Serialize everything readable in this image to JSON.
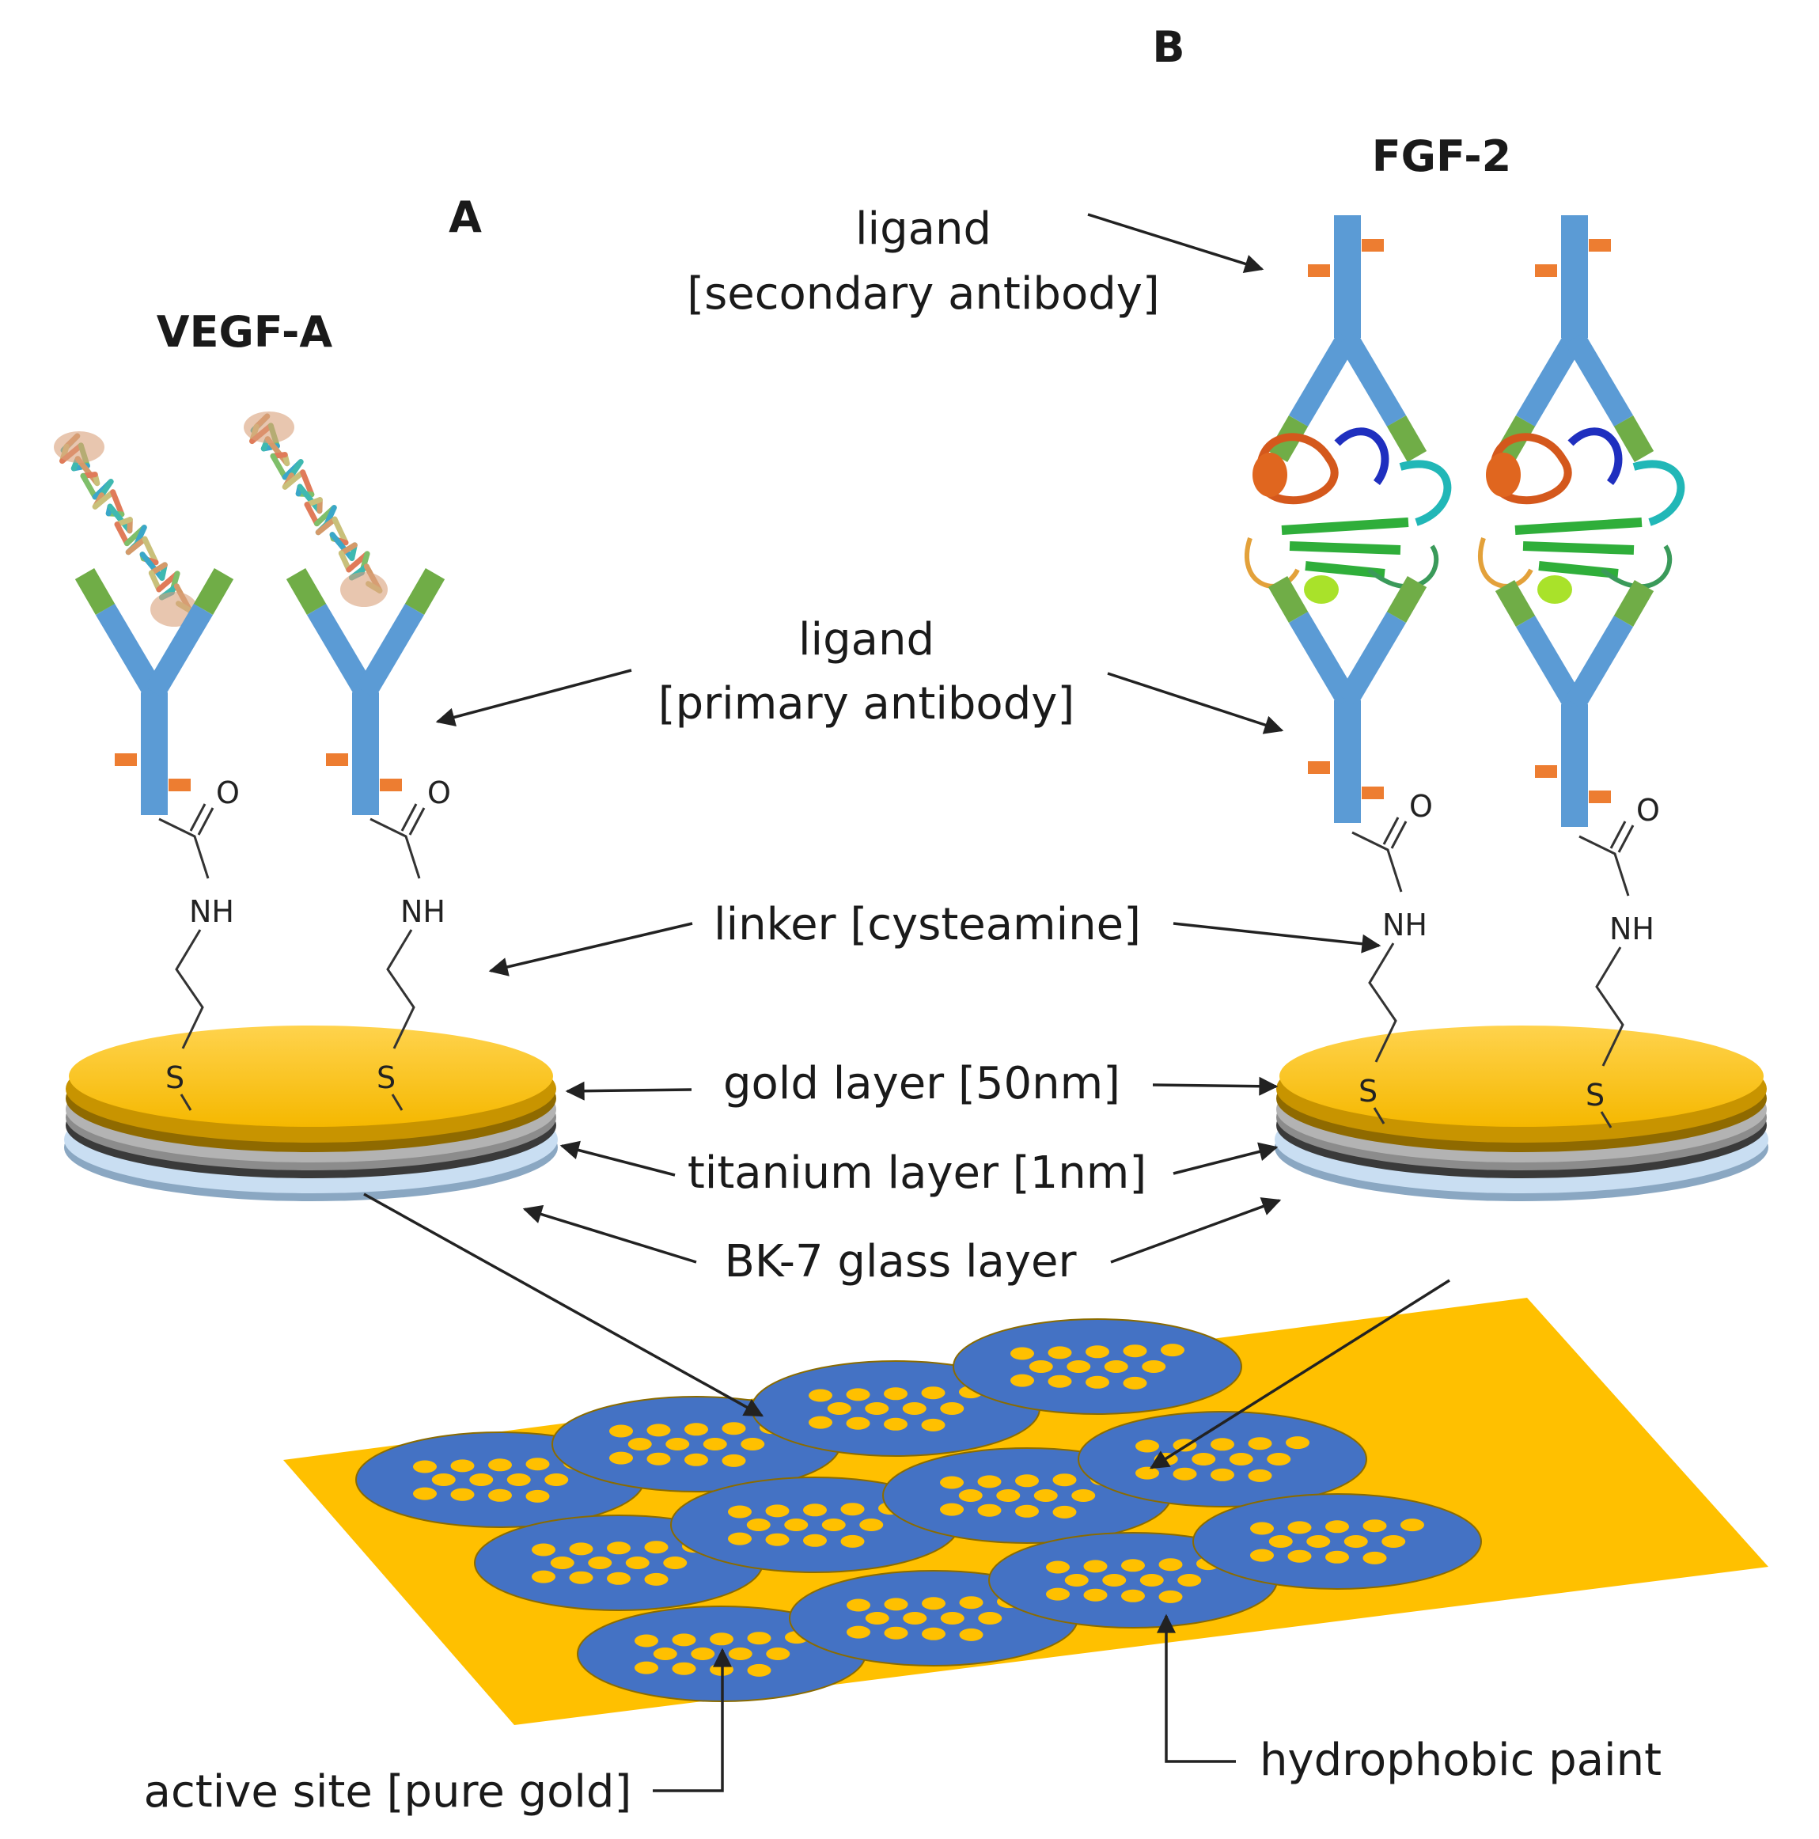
{
  "panels": {
    "a": {
      "letter": "A",
      "protein": "VEGF-A"
    },
    "b": {
      "letter": "B",
      "protein": "FGF-2"
    }
  },
  "labels": {
    "ligand_secondary": [
      "ligand",
      "[secondary antibody]"
    ],
    "ligand_primary": [
      "ligand",
      "[primary antibody]"
    ],
    "linker": "linker [cysteamine]",
    "gold": "gold layer [50nm]",
    "titanium": "titanium layer [1nm]",
    "glass": "BK-7 glass layer",
    "active_site": "active site [pure gold]",
    "paint": "hydrophobic paint"
  },
  "chem": {
    "oxygen": "O",
    "amine": "NH",
    "sulfur": "S"
  },
  "colors": {
    "antibody": "#5b9bd5",
    "fab_tip": "#70ad47",
    "antibody_mark": "#ed7d31",
    "gold": "#ffc000",
    "gold_dark": "#d49a00",
    "titanium": "#9b9b9b",
    "titanium_dark": "#4a4a4a",
    "glass": "#bdd7ee",
    "chip_background": "#ffc000",
    "spot": "#4472c4"
  },
  "chip": {
    "spots": 12,
    "active_sites_per_spot": 13
  }
}
